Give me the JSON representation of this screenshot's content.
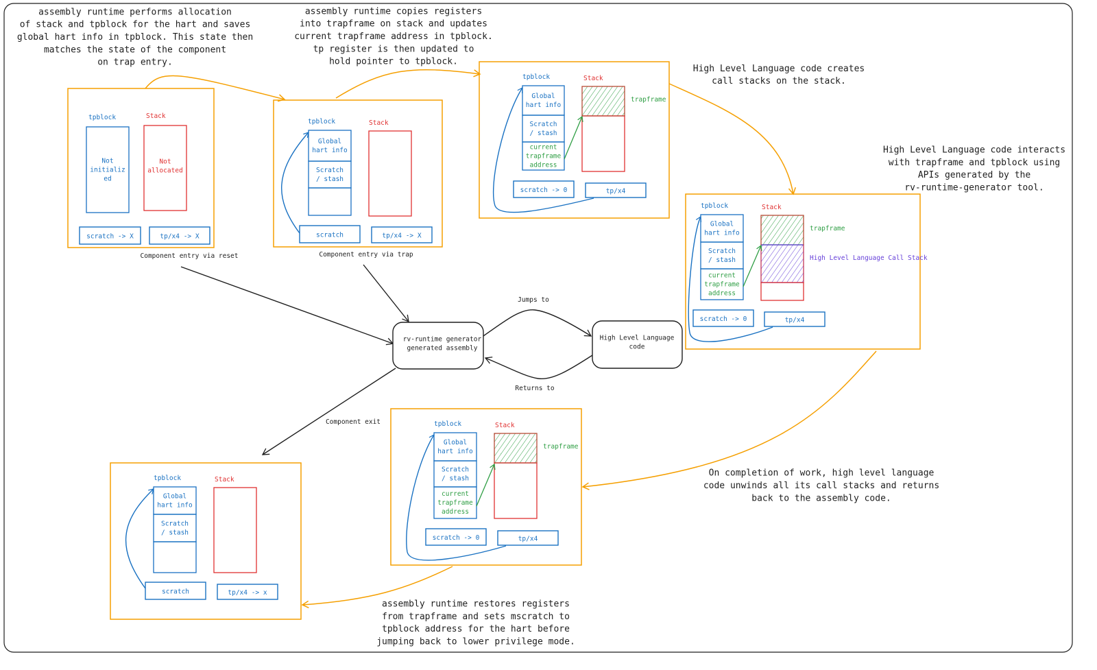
{
  "colors": {
    "frame": "#f59f00",
    "tpblock": "#1971c2",
    "stack": "#e03131",
    "trapframe": "#2f9e44",
    "hll_stack": "#6741d9",
    "ink": "#1e1e1e"
  },
  "annotations": {
    "allocation": [
      "assembly runtime performs allocation",
      "of stack and tpblock for the hart and saves",
      "global hart info in tpblock. This state then",
      "matches the state of the component",
      "on trap entry."
    ],
    "copy_registers": [
      "assembly runtime copies registers",
      "into trapframe on stack and updates",
      "current trapframe address in tpblock.",
      "tp register is then updated to",
      "hold pointer to tpblock."
    ],
    "call_stacks": [
      "High Level Language code creates",
      "call stacks on the stack."
    ],
    "apis": [
      "High Level Language code interacts",
      "with trapframe and tpblock using",
      "APIs generated by the",
      "rv-runtime-generator tool."
    ],
    "completion": [
      "On completion of work, high level language",
      "code unwinds all its call stacks and returns",
      "back to the assembly code."
    ],
    "restore": [
      "assembly runtime restores registers",
      "from trapframe and sets mscratch to",
      "tpblock address for the hart before",
      "jumping back to lower privilege mode."
    ]
  },
  "center": {
    "assembly_node": [
      "rv-runtime generator",
      "generated assembly"
    ],
    "hll_node": [
      "High Level Language",
      "code"
    ],
    "jumps_to": "Jumps to",
    "returns_to": "Returns to",
    "component_exit": "Component exit"
  },
  "panels": [
    {
      "tpblock_label": "tpblock",
      "stack_label": "Stack",
      "tpblock_cells": [
        {
          "lines": [
            "Not",
            "initializ",
            "ed"
          ],
          "kind": "blue"
        }
      ],
      "stack_sections": [
        {
          "lines": [
            "Not",
            "allocated"
          ],
          "kind": "empty",
          "label": ""
        }
      ],
      "registers": [
        "scratch -> X",
        "tp/x4 -> X"
      ],
      "caption": "Component entry via reset"
    },
    {
      "tpblock_label": "tpblock",
      "stack_label": "Stack",
      "tpblock_cells": [
        {
          "lines": [
            "Global",
            "hart info"
          ],
          "kind": "blue"
        },
        {
          "lines": [
            "Scratch",
            "/ stash"
          ],
          "kind": "blue"
        },
        {
          "lines": [],
          "kind": "blue"
        }
      ],
      "stack_sections": [
        {
          "lines": [],
          "kind": "empty",
          "label": ""
        }
      ],
      "registers": [
        "scratch",
        "tp/x4 -> X"
      ],
      "caption": "Component entry via trap"
    },
    {
      "tpblock_label": "tpblock",
      "stack_label": "Stack",
      "tpblock_cells": [
        {
          "lines": [
            "Global",
            "hart info"
          ],
          "kind": "blue"
        },
        {
          "lines": [
            "Scratch",
            "/ stash"
          ],
          "kind": "blue"
        },
        {
          "lines": [
            "current",
            "trapframe",
            "address"
          ],
          "kind": "green"
        }
      ],
      "stack_sections": [
        {
          "lines": [],
          "kind": "trapframe",
          "label": "trapframe"
        },
        {
          "lines": [],
          "kind": "empty",
          "label": ""
        }
      ],
      "registers": [
        "scratch -> 0",
        "tp/x4"
      ],
      "caption": ""
    },
    {
      "tpblock_label": "tpblock",
      "stack_label": "Stack",
      "tpblock_cells": [
        {
          "lines": [
            "Global",
            "hart info"
          ],
          "kind": "blue"
        },
        {
          "lines": [
            "Scratch",
            "/ stash"
          ],
          "kind": "blue"
        },
        {
          "lines": [
            "current",
            "trapframe",
            "address"
          ],
          "kind": "green"
        }
      ],
      "stack_sections": [
        {
          "lines": [],
          "kind": "trapframe",
          "label": "trapframe"
        },
        {
          "lines": [],
          "kind": "hll",
          "label": "High Level Language Call Stack"
        },
        {
          "lines": [],
          "kind": "empty",
          "label": ""
        }
      ],
      "registers": [
        "scratch -> 0",
        "tp/x4"
      ],
      "caption": ""
    },
    {
      "tpblock_label": "tpblock",
      "stack_label": "Stack",
      "tpblock_cells": [
        {
          "lines": [
            "Global",
            "hart info"
          ],
          "kind": "blue"
        },
        {
          "lines": [
            "Scratch",
            "/ stash"
          ],
          "kind": "blue"
        },
        {
          "lines": [
            "current",
            "trapframe",
            "address"
          ],
          "kind": "green"
        }
      ],
      "stack_sections": [
        {
          "lines": [],
          "kind": "trapframe",
          "label": "trapframe"
        },
        {
          "lines": [],
          "kind": "empty",
          "label": ""
        }
      ],
      "registers": [
        "scratch -> 0",
        "tp/x4"
      ],
      "caption": ""
    },
    {
      "tpblock_label": "tpblock",
      "stack_label": "Stack",
      "tpblock_cells": [
        {
          "lines": [
            "Global",
            "hart info"
          ],
          "kind": "blue"
        },
        {
          "lines": [
            "Scratch",
            "/ stash"
          ],
          "kind": "blue"
        },
        {
          "lines": [],
          "kind": "blue"
        }
      ],
      "stack_sections": [
        {
          "lines": [],
          "kind": "empty",
          "label": ""
        }
      ],
      "registers": [
        "scratch",
        "tp/x4 -> x"
      ],
      "caption": ""
    }
  ]
}
